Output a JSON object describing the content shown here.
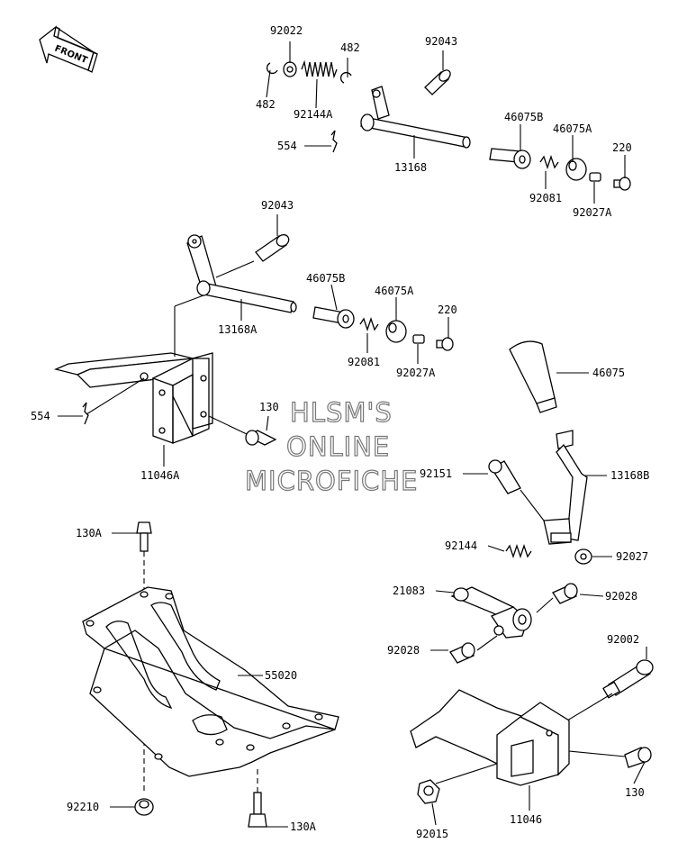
{
  "front_arrow": {
    "label": "FRONT"
  },
  "watermark": {
    "line1": "HLSM'S",
    "line2": "ONLINE",
    "line3": "MICROFICHE"
  },
  "parts": {
    "p92022": "92022",
    "p482a": "482",
    "p482b": "482",
    "p92144A": "92144A",
    "p92043a": "92043",
    "p554a": "554",
    "p13168": "13168",
    "p46075Ba": "46075B",
    "p46075Aa": "46075A",
    "p220a": "220",
    "p92081a": "92081",
    "p92027Aa": "92027A",
    "p92043b": "92043",
    "p46075Bb": "46075B",
    "p46075Ab": "46075A",
    "p220b": "220",
    "p13168A": "13168A",
    "p92081b": "92081",
    "p92027Ab": "92027A",
    "p554b": "554",
    "p130": "130",
    "p11046A": "11046A",
    "p46075": "46075",
    "p92151": "92151",
    "p13168B": "13168B",
    "p92144": "92144",
    "p92027": "92027",
    "p21083": "21083",
    "p92028a": "92028",
    "p92028b": "92028",
    "p130Aa": "130A",
    "p55020": "55020",
    "p92002": "92002",
    "p130b": "130",
    "p92210": "92210",
    "p130Ab": "130A",
    "p92015": "92015",
    "p11046": "11046"
  }
}
